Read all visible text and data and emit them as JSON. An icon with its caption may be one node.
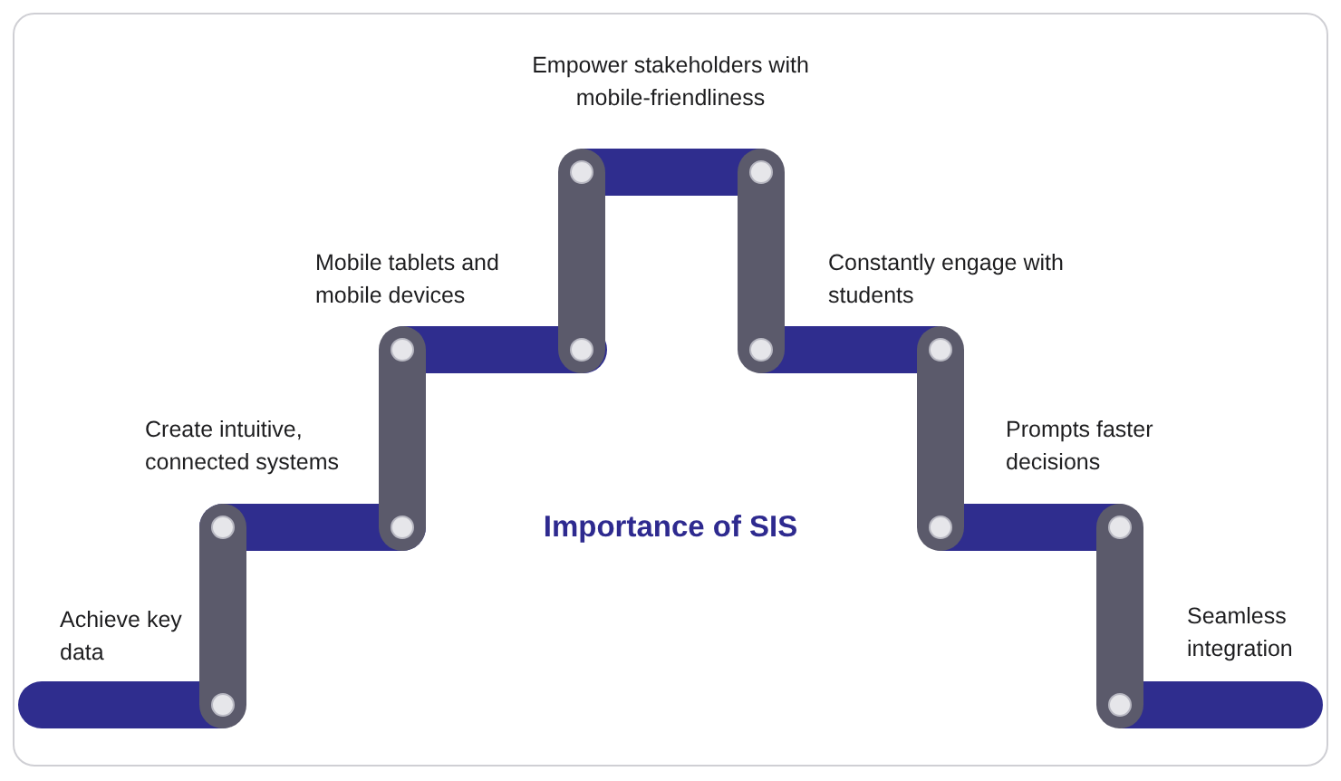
{
  "diagram": {
    "title": "Importance of SIS",
    "labels": [
      "Empower stakeholders with mobile-friendliness",
      "Mobile tablets and mobile devices",
      "Constantly engage with students",
      "Create intuitive, connected systems",
      "Prompts faster decisions",
      "Achieve key data",
      "Seamless integration"
    ]
  }
}
